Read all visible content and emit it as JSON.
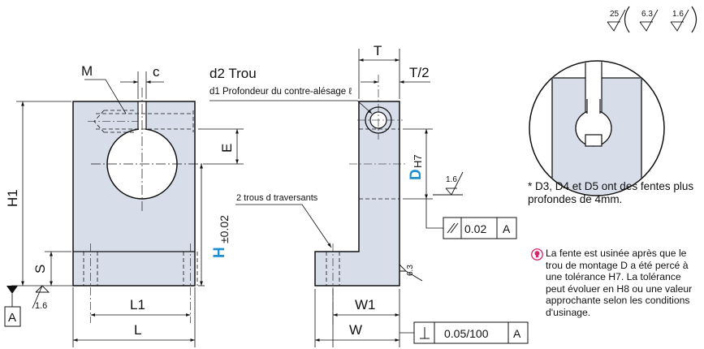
{
  "labels": {
    "M": "M",
    "c": "c",
    "H1": "H1",
    "S": "S",
    "L1": "L1",
    "L": "L",
    "E": "E",
    "H": "H",
    "H_tol": "±0.02",
    "T": "T",
    "T_half": "T/2",
    "D": "D",
    "D_tol": "H7",
    "W1": "W1",
    "W": "W",
    "datum_A": "A"
  },
  "callouts": {
    "d2_hole": "d2 Trou",
    "d1_counterbore": "d1 Profondeur du contre-alésage ℓ",
    "through_holes": "2 trous d traversants"
  },
  "surface_finish": {
    "top_main": "25",
    "top_paren_1": "6.3",
    "top_paren_2": "1.6",
    "bottom_left": "1.6",
    "bore": "1.6",
    "right_face": "6.3"
  },
  "tolerance_frames": [
    {
      "symbol": "parallelism",
      "value": "0.02",
      "datum": "A"
    },
    {
      "symbol": "perpendicularity",
      "value": "0.05/100",
      "datum": "A"
    }
  ],
  "notes": {
    "d3_note": "* D3, D4 et D5 ont des fentes plus profondes de 4mm.",
    "slot_note": "La fente est usinée après que le trou de montage D a été percé à une tolérance H7. La tolérance peut évoluer en H8 ou une valeur approchante selon les conditions d'usinage."
  },
  "colors": {
    "part_fill": "#d7deea",
    "line": "#111111",
    "highlight": "#1e8fd2",
    "bulb": "#d6246e"
  }
}
